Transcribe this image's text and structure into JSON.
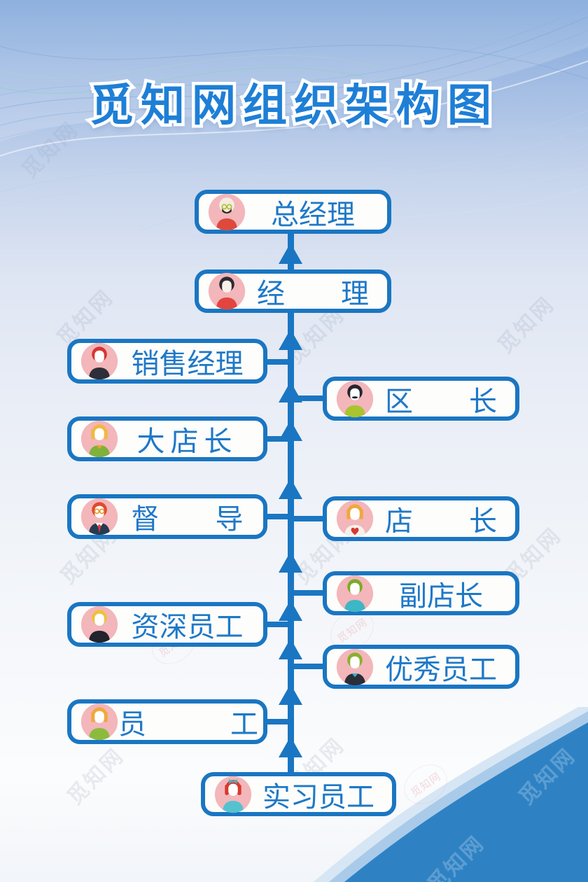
{
  "title": "觅知网组织架构图",
  "watermark": "觅知网",
  "colors": {
    "line_blue": "#1a76c2",
    "label_blue": "#1e78c8",
    "title_blue": "#1e7fd6",
    "avatar_bg_pink": "#f3b6ba",
    "band_blue": "#2e82c4",
    "band_edge_light": "#a9cbe9"
  },
  "nodes": [
    {
      "role": "general-manager",
      "label": "总经理",
      "avatar": {
        "name": "old-man-glasses-avatar",
        "hair": "#f2ece2",
        "skin": "#f6e8dc",
        "clothes": "#dd4a3c",
        "accent": "#a8c42f",
        "features": [
          "glasses",
          "beard"
        ]
      }
    },
    {
      "role": "manager",
      "label": "经　　理",
      "avatar": {
        "name": "black-hair-woman-avatar",
        "hair": "#2e2a33",
        "skin": "#f8f1ea",
        "clothes": "#e2453f",
        "accent": "",
        "features": []
      }
    },
    {
      "role": "sales-manager",
      "label": "销售经理",
      "avatar": {
        "name": "red-curly-hair-woman-avatar",
        "hair": "#d8352f",
        "skin": "#ffffff",
        "clothes": "#2e2e38",
        "accent": "",
        "features": []
      }
    },
    {
      "role": "district-chief",
      "label": "区　　长",
      "avatar": {
        "name": "mustache-man-avatar",
        "hair": "#26242e",
        "skin": "#ffffff",
        "clothes": "#a9c42e",
        "accent": "",
        "features": [
          "mustache"
        ]
      }
    },
    {
      "role": "big-store-manager",
      "label": "大店长",
      "avatar": {
        "name": "blonde-woman-avatar",
        "hair": "#f1b93f",
        "skin": "#ffffff",
        "clothes": "#7fb23b",
        "accent": "#e8a43c",
        "features": [
          "long-hair",
          "collar"
        ]
      }
    },
    {
      "role": "supervisor",
      "label": "督　　导",
      "avatar": {
        "name": "glasses-suit-man-avatar",
        "hair": "#e04a2f",
        "skin": "#ffffff",
        "clothes": "#273a52",
        "accent": "#e8962b",
        "features": [
          "glasses",
          "suit"
        ]
      }
    },
    {
      "role": "store-manager",
      "label": "店　　长",
      "avatar": {
        "name": "long-hair-heart-woman-avatar",
        "hair": "#f0a83e",
        "skin": "#ffffff",
        "clothes": "#f4f1ec",
        "accent": "#d6382f",
        "features": [
          "long-hair",
          "heart"
        ]
      }
    },
    {
      "role": "deputy-store-manager",
      "label": "副店长",
      "avatar": {
        "name": "green-hair-person-avatar",
        "hair": "#7cab2b",
        "skin": "#ffffff",
        "clothes": "#3db6c6",
        "accent": "",
        "features": []
      }
    },
    {
      "role": "senior-employee",
      "label": "资深员工",
      "avatar": {
        "name": "blonde-black-top-avatar",
        "hair": "#eec23e",
        "skin": "#ffffff",
        "clothes": "#23242c",
        "accent": "",
        "features": []
      }
    },
    {
      "role": "excellent-employee",
      "label": "优秀员工",
      "avatar": {
        "name": "green-hair-dark-top-avatar",
        "hair": "#8ab02e",
        "skin": "#ffffff",
        "clothes": "#2a2e38",
        "accent": "#37b2c2",
        "features": [
          "collar"
        ]
      }
    },
    {
      "role": "employee",
      "label": "员　　　工",
      "avatar": {
        "name": "orange-hair-woman-avatar",
        "hair": "#f2a73c",
        "skin": "#ffffff",
        "clothes": "#8cbb3c",
        "accent": "#b9d46a",
        "features": [
          "long-hair"
        ]
      }
    },
    {
      "role": "intern",
      "label": "实习员工",
      "avatar": {
        "name": "red-hair-bow-girl-avatar",
        "hair": "#d73a2e",
        "skin": "#ffffff",
        "clothes": "#55c2d0",
        "accent": "#3db6c6",
        "features": [
          "long-hair",
          "bow"
        ]
      }
    }
  ]
}
